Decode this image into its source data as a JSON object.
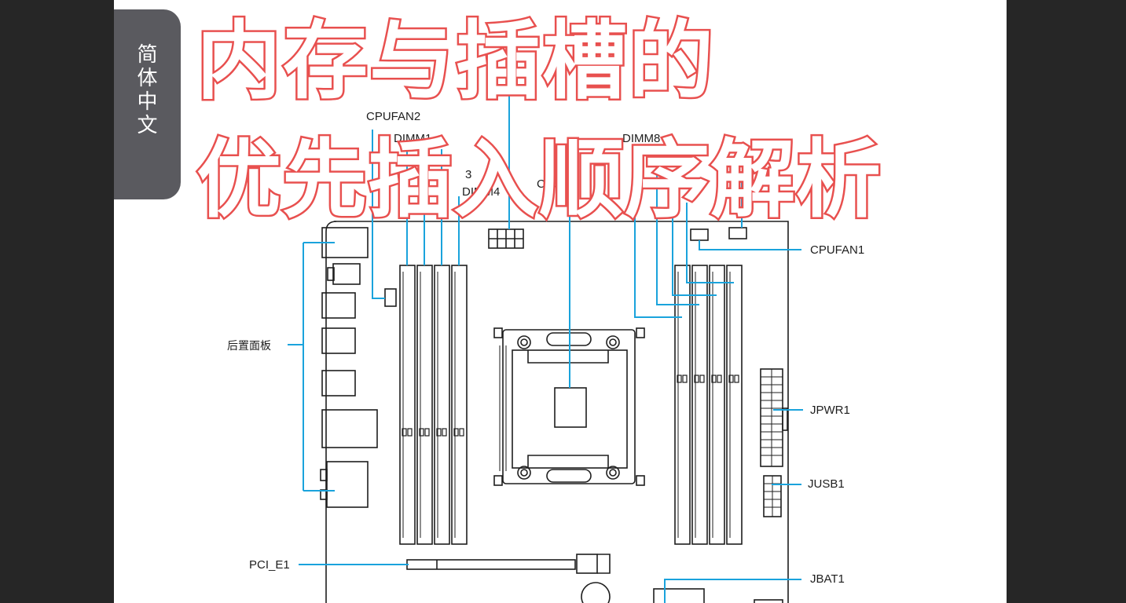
{
  "side_tab": {
    "text": "简体中文"
  },
  "overlay_title": {
    "line1": "内存与插槽的",
    "line2": "优先插入顺序解析"
  },
  "labels": {
    "cpufan2": "CPUFAN2",
    "dimm1": "DIMM1",
    "dimm3_partial": "3",
    "dimm4": "DIMM4",
    "cpu_partial": "CPU",
    "dimm8": "DIMM8",
    "cpufan1": "CPUFAN1",
    "rear_panel": "后置面板",
    "jpwr1": "JPWR1",
    "jusb1": "JUSB1",
    "pci_e1": "PCI_E1",
    "jbat1": "JBAT1"
  },
  "colors": {
    "leader_line": "#1aa3dc",
    "outline": "#1e1e1e",
    "title_stroke": "#e8504f"
  }
}
